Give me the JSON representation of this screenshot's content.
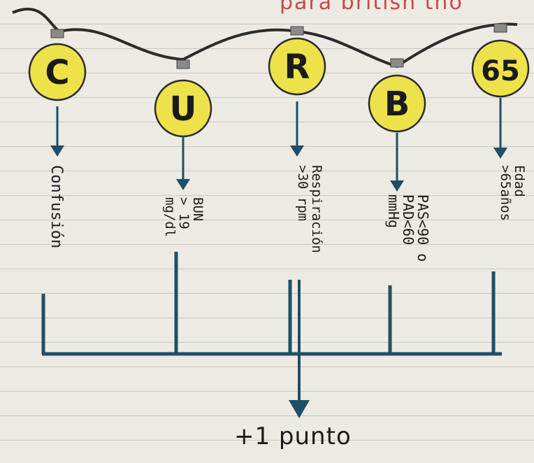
{
  "header_fragment": "para british tho",
  "bulbs": [
    {
      "letter": "C",
      "label": [
        "Confusión"
      ]
    },
    {
      "letter": "U",
      "label": [
        "BUN",
        "> 19",
        "mg/dl"
      ]
    },
    {
      "letter": "R",
      "label": [
        "Respiración",
        ">30 rpm"
      ]
    },
    {
      "letter": "B",
      "label": [
        "PAS<90 o",
        "PAD<60",
        "mmHg"
      ]
    },
    {
      "letter": "65",
      "label": [
        "Edad",
        ">65años"
      ]
    }
  ],
  "result": "+1 punto",
  "colors": {
    "bulb_fill": "#ede24a",
    "ink": "#1e4f66",
    "wire": "#2b2b2b"
  }
}
